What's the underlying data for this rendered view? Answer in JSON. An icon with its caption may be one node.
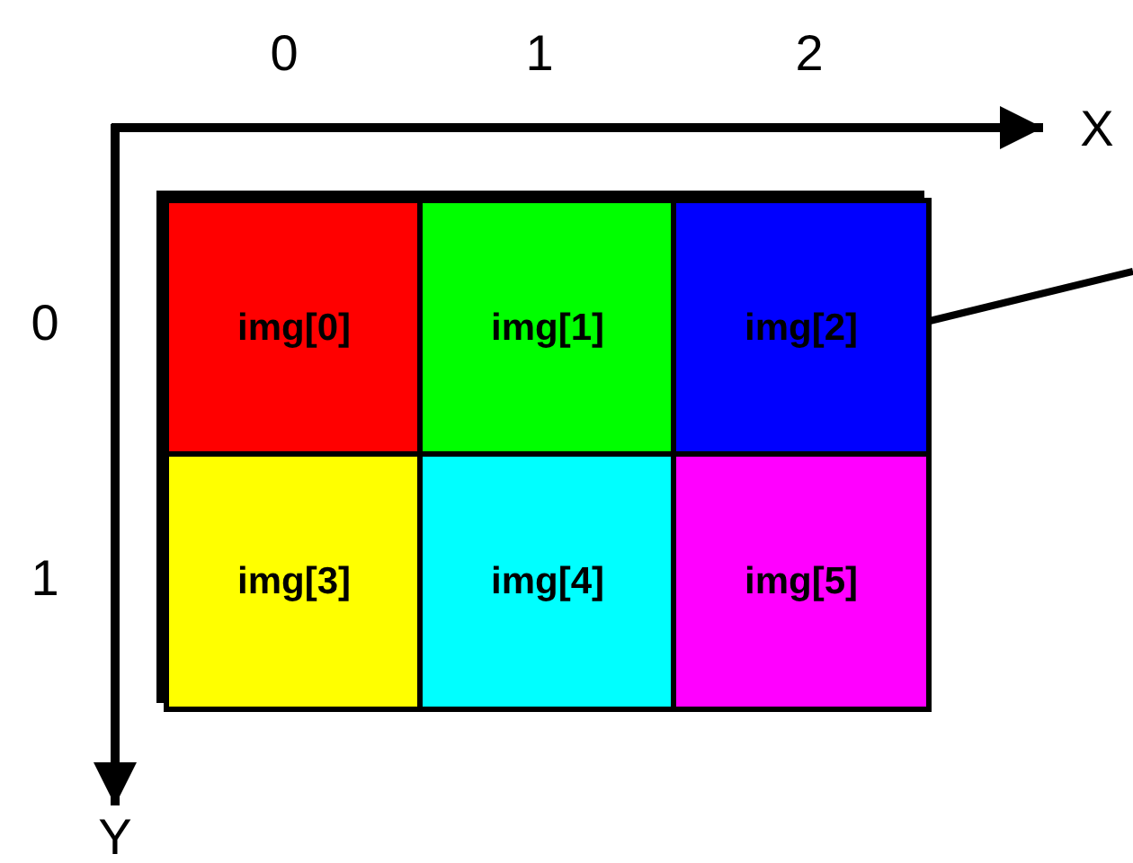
{
  "diagram": {
    "nodes": [
      {
        "text": [],
        "shape": "box"
      },
      {
        "text": [
          "img[0]"
        ],
        "in": 0
      },
      {
        "text": [
          "img[1]"
        ],
        "in": 0
      },
      {
        "text": [
          "img[2]"
        ],
        "in": 0
      },
      {
        "text": [
          "img[3]"
        ],
        "in": 0
      },
      {
        "text": [
          "img[4]"
        ],
        "in": 0
      },
      {
        "text": [
          "img[5]"
        ],
        "in": 0
      }
    ],
    "edges": [
      {
        "from": null,
        "to": 3,
        "arrow": "none"
      }
    ],
    "labels": [
      "0",
      "1",
      "2",
      "X",
      "0",
      "1",
      "Y"
    ]
  }
}
